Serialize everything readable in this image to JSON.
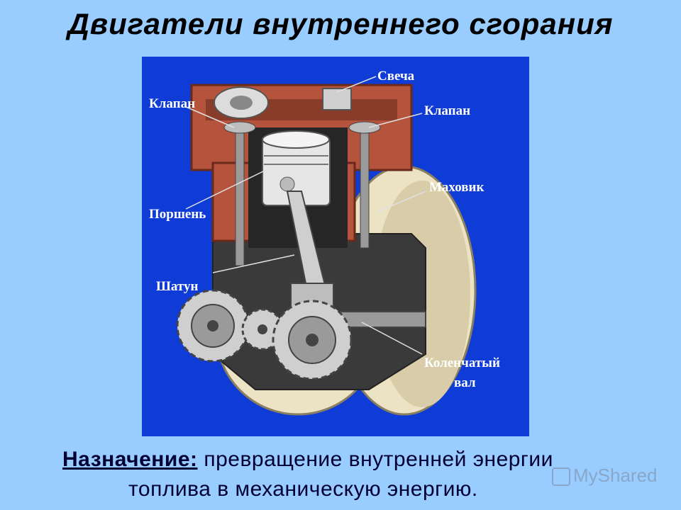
{
  "slide": {
    "title": "Двигатели внутреннего сгорания"
  },
  "diagram": {
    "labels": {
      "spark_plug": "Свеча",
      "valve_left": "Клапан",
      "valve_right": "Клапан",
      "flywheel": "Маховик",
      "piston": "Поршень",
      "connecting_rod": "Шатун",
      "crankshaft_line1": "Коленчатый",
      "crankshaft_line2": "вал"
    },
    "colors": {
      "background": "#0f3bd6",
      "cylinder": "#b5533c",
      "metal": "#d9d9d9",
      "flywheel": "#ece3c4",
      "dark": "#3a3a3a"
    }
  },
  "purpose": {
    "term": "Назначение:",
    "text_line1": " превращение внутренней энергии",
    "text_line2": "топлива в механическую энергию."
  },
  "watermark": {
    "text": "MyShared"
  }
}
